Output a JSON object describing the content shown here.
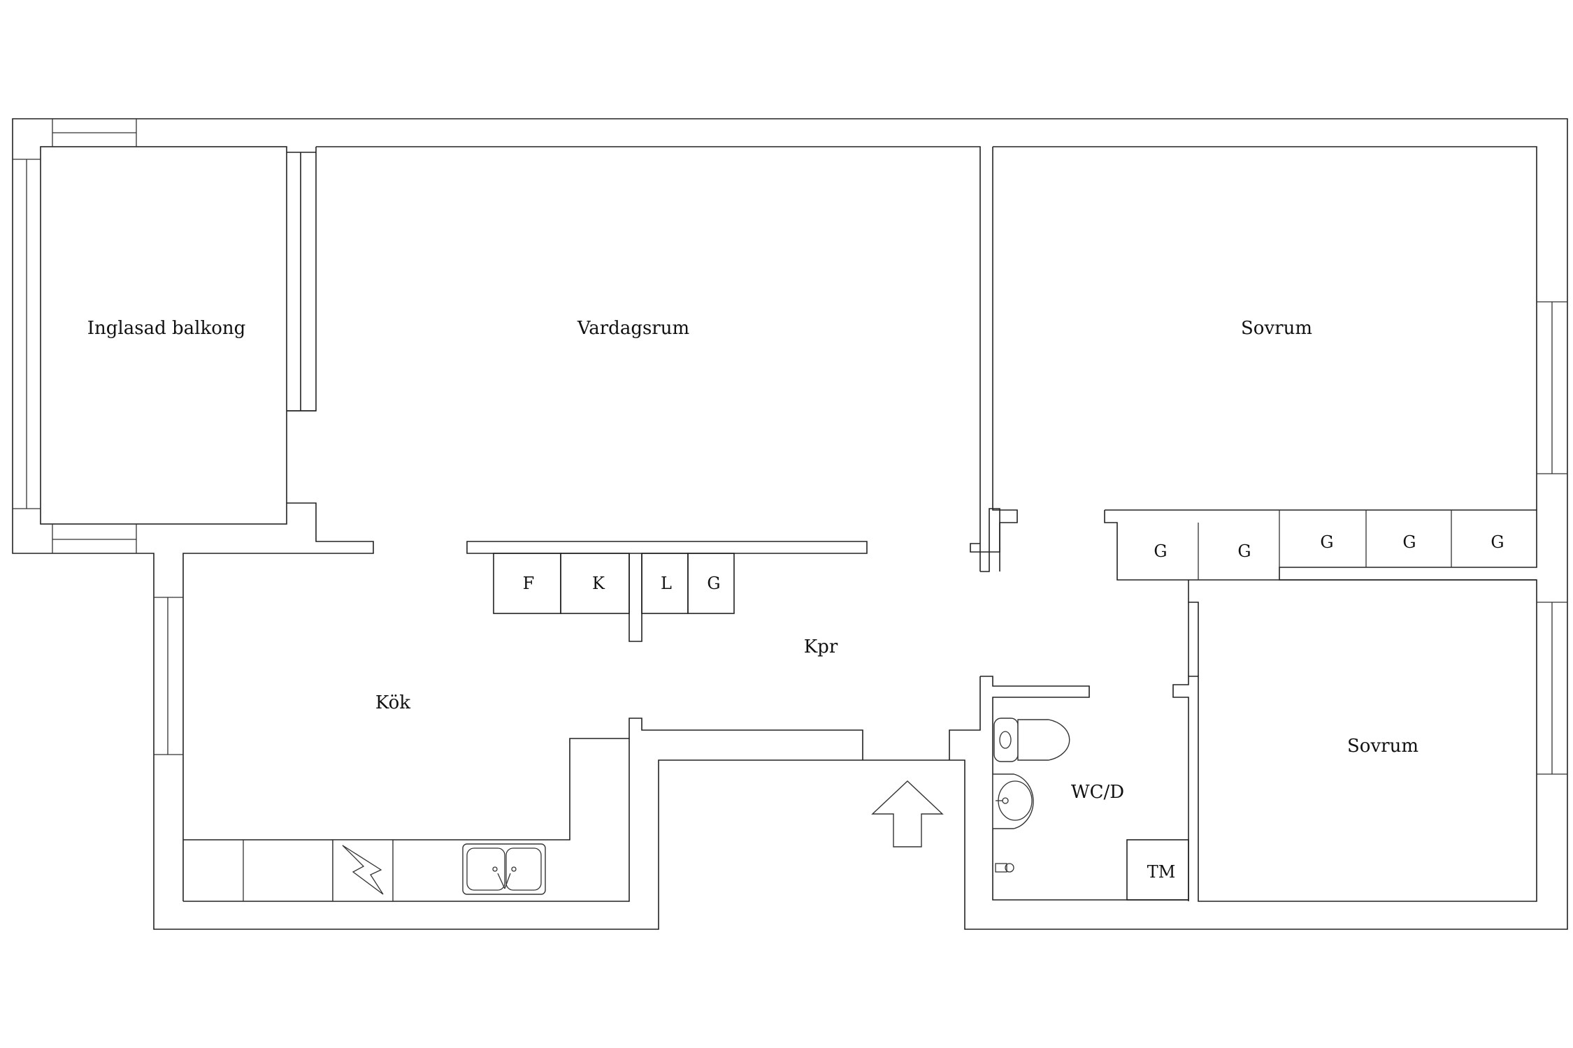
{
  "rooms": {
    "balcony": "Inglasad balkong",
    "living": "Vardagsrum",
    "bedroom_1": "Sovrum",
    "bedroom_2": "Sovrum",
    "kitchen": "Kök",
    "corridor": "Kpr",
    "bathroom": "WC/D"
  },
  "cabinets": {
    "hall_1": "F",
    "hall_2": "K",
    "hall_3": "L",
    "hall_4": "G",
    "bed_1": "G",
    "bed_2": "G",
    "bed_3": "G",
    "bed_4": "G",
    "bed_5": "G",
    "laundry": "TM"
  },
  "colors": {
    "line": "#222222",
    "background": "#ffffff"
  },
  "icons": [
    "entrance-arrow-icon",
    "toilet-icon",
    "washbasin-icon",
    "double-sink-icon",
    "stove-icon",
    "floor-drain-icon"
  ]
}
